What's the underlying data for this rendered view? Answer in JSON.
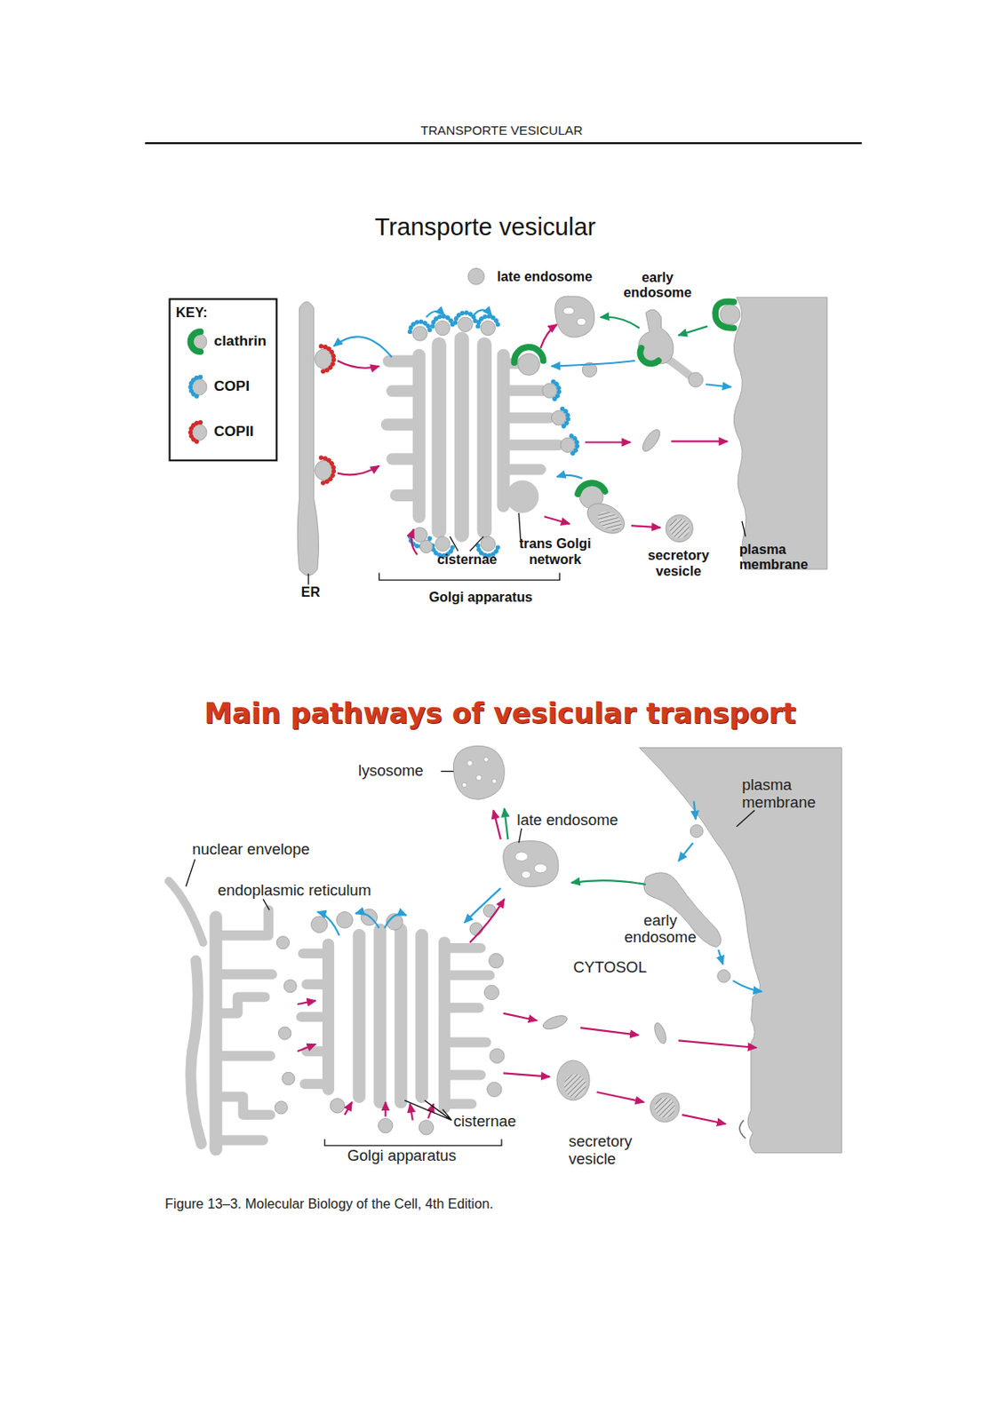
{
  "diagram": {
    "title": "TRANSPORTE VESICULAR",
    "caption": "Figure 13–3. Molecular Biology of the Cell, 4th Edition.",
    "labels": [
      "Transporte vesicular",
      "KEY:",
      "late endosome",
      "early endosome",
      "cisternae",
      "trans Golgi network",
      "secretory vesicle",
      "plasma membrane",
      "ER",
      "Golgi apparatus",
      "Main pathways of vesicular transport",
      "lysosome",
      "late endosome",
      "plasma membrane",
      "nuclear envelope",
      "endoplasmic reticulum",
      "early endosome",
      "CYTOSOL",
      "cisternae",
      "Golgi apparatus",
      "secretory vesicle"
    ],
    "legend": [
      {
        "text": "clathrin",
        "color": "#1c9a48"
      },
      {
        "text": "COPI",
        "color": "#2a9ed6"
      },
      {
        "text": "COPII",
        "color": "#d32a2a"
      }
    ]
  }
}
